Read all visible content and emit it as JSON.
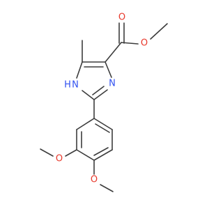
{
  "molecule": {
    "atoms": {
      "o_carbonyl": "O",
      "o_ester": "O",
      "n_imine": "N",
      "n_amine": "N",
      "h_amine": "H",
      "o_methoxy_meta": "O",
      "o_methoxy_para": "O"
    }
  },
  "colors": {
    "bond": "#3c3c3c",
    "oxygen": "#e8382b",
    "nitrogen": "#3050f0"
  }
}
